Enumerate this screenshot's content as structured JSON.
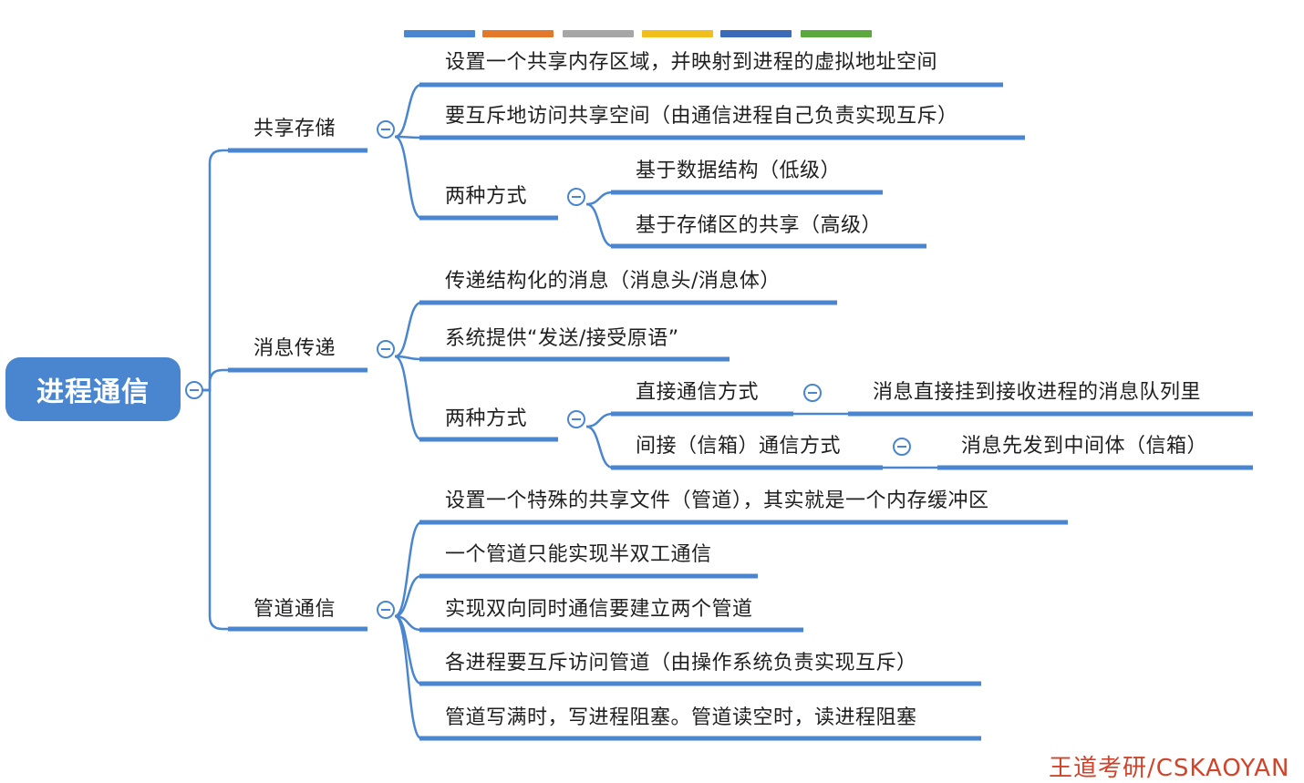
{
  "header": {
    "title_fragment": "",
    "color_bar": [
      "#4a86cf",
      "#e4782a",
      "#a6a6a6",
      "#f1bf1b",
      "#3a6ab8",
      "#5aa83e"
    ]
  },
  "mindmap": {
    "root": "进程通信",
    "shared_memory": {
      "label": "共享存储",
      "items": [
        "设置一个共享内存区域，并映射到进程的虚拟地址空间",
        "要互斥地访问共享空间（由通信进程自己负责实现互斥）"
      ],
      "two_ways": {
        "label": "两种方式",
        "items": [
          "基于数据结构（低级）",
          "基于存储区的共享（高级）"
        ]
      }
    },
    "message_passing": {
      "label": "消息传递",
      "items": [
        "传递结构化的消息（消息头/消息体）",
        "系统提供“发送/接受原语”"
      ],
      "two_ways": {
        "label": "两种方式",
        "direct": {
          "label": "直接通信方式",
          "detail": "消息直接挂到接收进程的消息队列里"
        },
        "indirect": {
          "label": "间接（信箱）通信方式",
          "detail": "消息先发到中间体（信箱）"
        }
      }
    },
    "pipe": {
      "label": "管道通信",
      "items": [
        "设置一个特殊的共享文件（管道），其实就是一个内存缓冲区",
        "一个管道只能实现半双工通信",
        "实现双向同时通信要建立两个管道",
        "各进程要互斥访问管道（由操作系统负责实现互斥）",
        "管道写满时，写进程阻塞。管道读空时，读进程阻塞"
      ]
    }
  },
  "watermark": "王道考研/CSKAOYAN",
  "colors": {
    "accent": "#4a86cf",
    "watermark": "#d0442b"
  }
}
